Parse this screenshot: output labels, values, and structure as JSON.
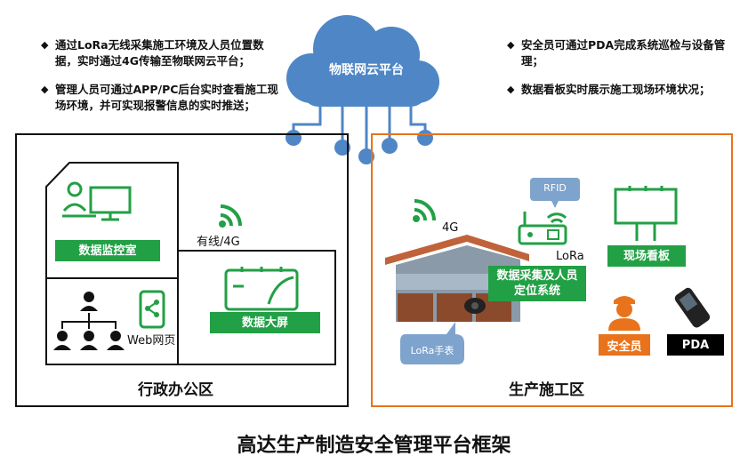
{
  "notes_left": [
    "通过LoRa无线采集施工环境及人员位置数据，实时通过4G传输至物联网云平台；",
    "管理人员可通过APP/PC后台实时查看施工现场环境，并可实现报警信息的实时推送；"
  ],
  "notes_right": [
    "安全员可通过PDA完成系统巡检与设备管理；",
    "数据看板实时展示施工现场环境状况；"
  ],
  "bullet": "◆",
  "cloud": {
    "label": "物联网云平台"
  },
  "office_zone": {
    "title": "行政办公区",
    "monitor_room": "数据监控室",
    "big_screen": "数据大屏",
    "web": "Web网页",
    "wired": "有线/4G"
  },
  "site_zone": {
    "title": "生产施工区",
    "system": "数据采集及人员定位系统",
    "rfid": "RFID",
    "lora": "LoRa",
    "net_4g": "4G",
    "board": "现场看板",
    "safety": "安全员",
    "pda": "PDA",
    "watch": "LoRa手表"
  },
  "footer_title": "高达生产制造安全管理平台框架",
  "colors": {
    "green": "#22a045",
    "orange": "#e8731c",
    "cloud": "#4f86c6",
    "black": "#000000"
  }
}
